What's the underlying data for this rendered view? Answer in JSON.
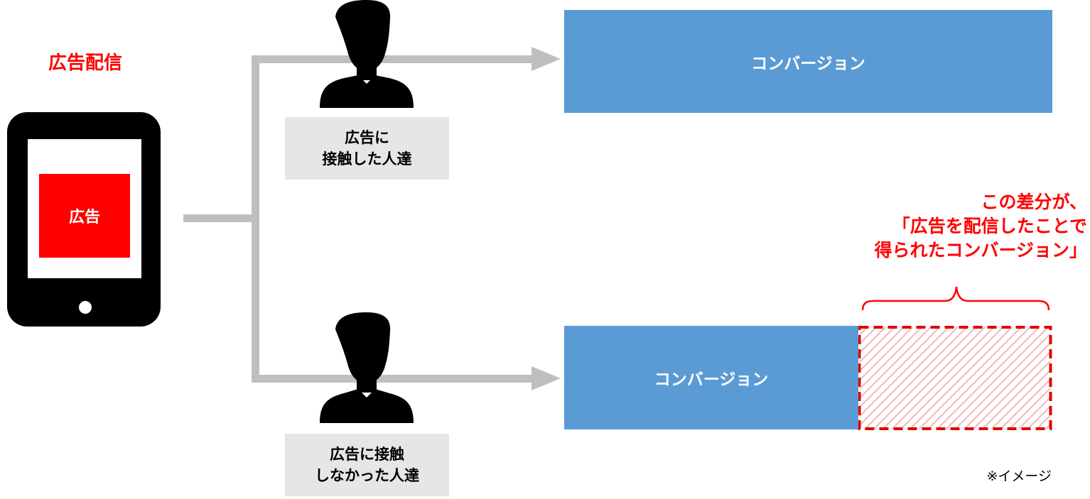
{
  "title": "広告配信",
  "tablet": {
    "ad_label": "広告"
  },
  "groups": [
    {
      "label_lines": [
        "広告に",
        "接触した人達"
      ],
      "bar_label": "コンバージョン"
    },
    {
      "label_lines": [
        "広告に接触",
        "しなかった人達"
      ],
      "bar_label": "コンバージョン"
    }
  ],
  "difference_note": {
    "lines": [
      "この差分が、",
      "「広告を配信したことで",
      "得られたコンバージョン」"
    ]
  },
  "footnote": "※イメージ",
  "colors": {
    "accent_red": "#ff0000",
    "bar_blue": "#5b9bd5",
    "connector_gray": "#bfbfbf",
    "label_bg": "#e6e6e6",
    "silhouette": "#000000"
  },
  "icons": [
    "tablet-icon",
    "person-silhouette-icon",
    "arrow-right-icon",
    "curly-brace-icon"
  ]
}
